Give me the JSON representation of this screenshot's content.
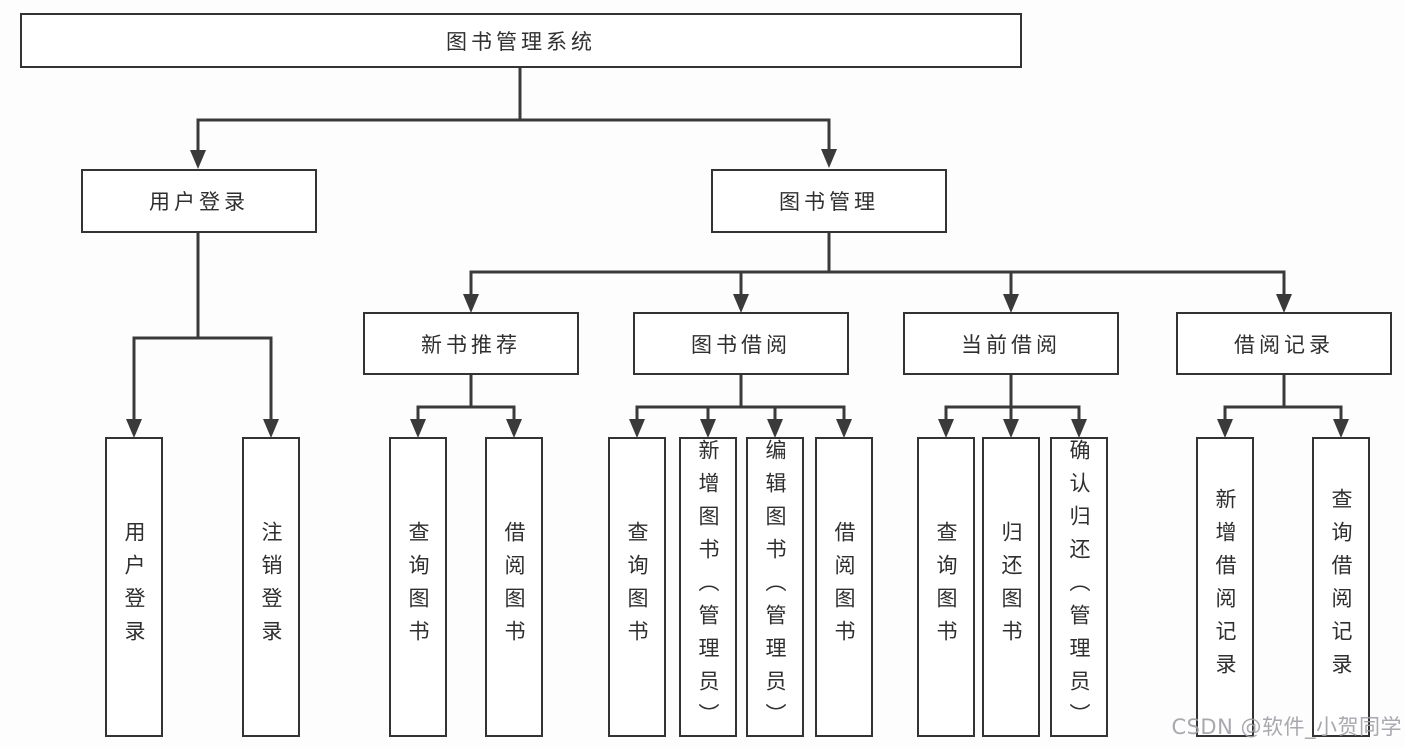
{
  "diagram": {
    "type": "hierarchy-tree",
    "root": {
      "label": "图书管理系统",
      "children": [
        {
          "label": "用户登录",
          "children": [
            {
              "label": "用户登录"
            },
            {
              "label": "注销登录"
            }
          ]
        },
        {
          "label": "图书管理",
          "children": [
            {
              "label": "新书推荐",
              "children": [
                {
                  "label": "查询图书"
                },
                {
                  "label": "借阅图书"
                }
              ]
            },
            {
              "label": "图书借阅",
              "children": [
                {
                  "label": "查询图书"
                },
                {
                  "label": "新增图书（管理员）"
                },
                {
                  "label": "编辑图书（管理员）"
                },
                {
                  "label": "借阅图书"
                }
              ]
            },
            {
              "label": "当前借阅",
              "children": [
                {
                  "label": "查询图书"
                },
                {
                  "label": "归还图书"
                },
                {
                  "label": "确认归还（管理员）"
                }
              ]
            },
            {
              "label": "借阅记录",
              "children": [
                {
                  "label": "新增借阅记录"
                },
                {
                  "label": "查询借阅记录"
                }
              ]
            }
          ]
        }
      ]
    }
  },
  "colors": {
    "line": "#3a3a3a",
    "box_border": "#333333",
    "box_fill": "#ffffff",
    "text": "#2f2f2f",
    "watermark": "#9e9ea6"
  },
  "watermark": {
    "text": "CSDN @软件_小贺同学"
  }
}
